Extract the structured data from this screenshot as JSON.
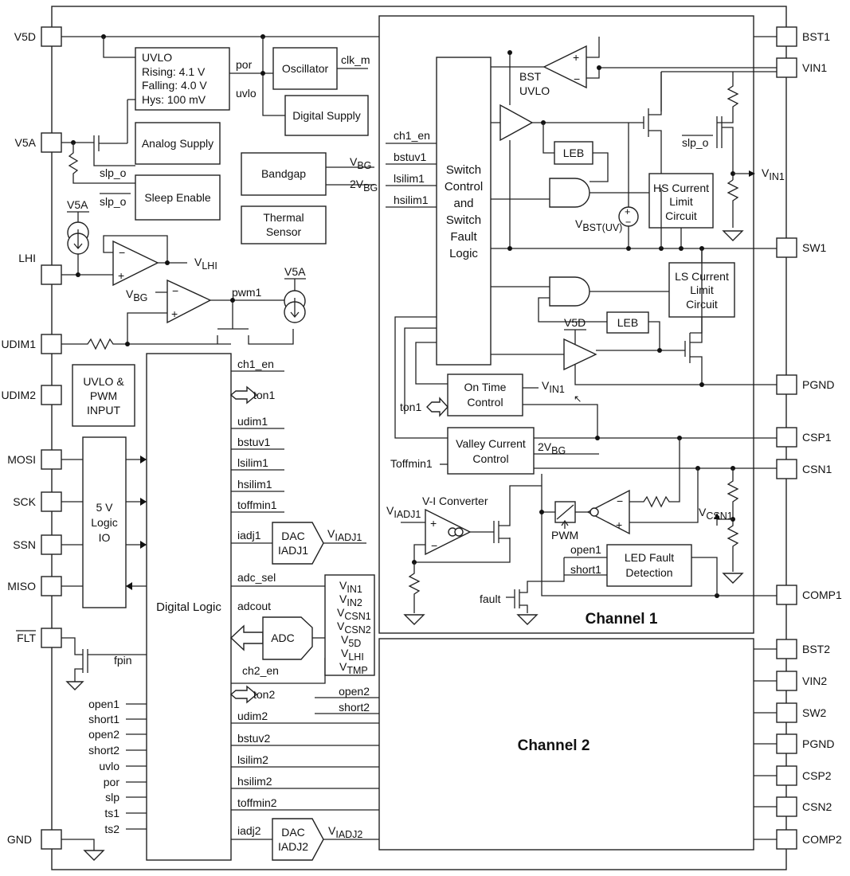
{
  "pins_left": [
    "V5D",
    "V5A",
    "LHI",
    "UDIM1",
    "UDIM2",
    "MOSI",
    "SCK",
    "SSN",
    "MISO",
    "FLT",
    "GND"
  ],
  "pins_right": [
    "BST1",
    "VIN1",
    "SW1",
    "PGND",
    "CSP1",
    "CSN1",
    "COMP1",
    "BST2",
    "VIN2",
    "SW2",
    "PGND",
    "CSP2",
    "CSN2",
    "COMP2"
  ],
  "uvlo": {
    "lines": [
      "UVLO",
      "Rising: 4.1 V",
      "Falling: 4.0 V",
      "Hys: 100 mV"
    ],
    "out_por": "por",
    "out_uvlo": "uvlo"
  },
  "oscillator": {
    "label": "Oscillator",
    "out": "clk_m"
  },
  "digital_supply": "Digital Supply",
  "analog_supply": "Analog Supply",
  "sleep_enable": "Sleep Enable",
  "slp_o": "slp_o",
  "bandgap": {
    "label": "Bandgap",
    "out1": "V",
    "out1_sub": "BG",
    "out2": "2V",
    "out2_sub": "BG"
  },
  "thermal_sensor": [
    "Thermal",
    "Sensor"
  ],
  "lhi": {
    "supply": "V5A",
    "out": "V",
    "out_sub": "LHI"
  },
  "udim_section": {
    "vbg": "V",
    "vbg_sub": "BG",
    "pwm": "pwm1",
    "supply": "V5A"
  },
  "uvlo_pwm": [
    "UVLO &",
    "PWM",
    "INPUT"
  ],
  "logic_io": [
    "5 V",
    "Logic",
    "IO"
  ],
  "digital_logic": {
    "label": "Digital Logic",
    "right_signals": [
      "ch1_en",
      "ton1",
      "udim1",
      "bstuv1",
      "lsilim1",
      "hsilim1",
      "toffmin1",
      "iadj1",
      "adc_sel",
      "adcout",
      "ch2_en",
      "ton2",
      "udim2",
      "bstuv2",
      "lsilim2",
      "hsilim2",
      "toffmin2",
      "iadj2"
    ],
    "left_signals": [
      "open1",
      "short1",
      "open2",
      "short2",
      "uvlo",
      "por",
      "slp",
      "ts1",
      "ts2"
    ],
    "fpin": "fpin"
  },
  "dac1": {
    "label": [
      "DAC",
      "IADJ1"
    ],
    "out": "V",
    "out_sub": "IADJ1"
  },
  "dac2": {
    "label": [
      "DAC",
      "IADJ2"
    ],
    "out": "V",
    "out_sub": "IADJ2"
  },
  "adc": {
    "label": "ADC",
    "inputs": [
      [
        "V",
        "IN1"
      ],
      [
        "V",
        "IN2"
      ],
      [
        "V",
        "CSN1"
      ],
      [
        "V",
        "CSN2"
      ],
      [
        "V",
        "5D"
      ],
      [
        "V",
        "LHI"
      ],
      [
        "V",
        "TMP"
      ]
    ]
  },
  "channel1": {
    "title": "Channel 1",
    "inputs": [
      "ch1_en",
      "bstuv1",
      "lsilim1",
      "hsilim1"
    ],
    "switch_control": [
      "Switch",
      "Control",
      "and",
      "Switch",
      "Fault",
      "Logic"
    ],
    "bst_uvlo": [
      "BST",
      "UVLO"
    ],
    "leb": "LEB",
    "hs_current": [
      "HS Current",
      "Limit",
      "Circuit"
    ],
    "ls_current": [
      "LS Current",
      "Limit",
      "Circuit"
    ],
    "vbst": "V",
    "vbst_sub": "BST(UV)",
    "vin1": "V",
    "vin1_sub": "IN1",
    "v5d": "V5D",
    "on_time": {
      "label": [
        "On Time",
        "Control"
      ],
      "in": "ton1",
      "vin": "V",
      "vin_sub": "IN1"
    },
    "valley": {
      "label": [
        "Valley Current",
        "Control"
      ],
      "in": "Toffmin1",
      "ref": "2V",
      "ref_sub": "BG"
    },
    "vi_converter": {
      "label": "V-I Converter",
      "in": "V",
      "in_sub": "IADJ1"
    },
    "pwm": "PWM",
    "vcsn1": "V",
    "vcsn1_sub": "CSN1",
    "led_fault": {
      "label": [
        "LED Fault",
        "Detection"
      ],
      "outs": [
        "open1",
        "short1"
      ]
    },
    "fault": "fault"
  },
  "channel2": {
    "title": "Channel 2",
    "inputs": [
      "open2",
      "short2"
    ]
  }
}
